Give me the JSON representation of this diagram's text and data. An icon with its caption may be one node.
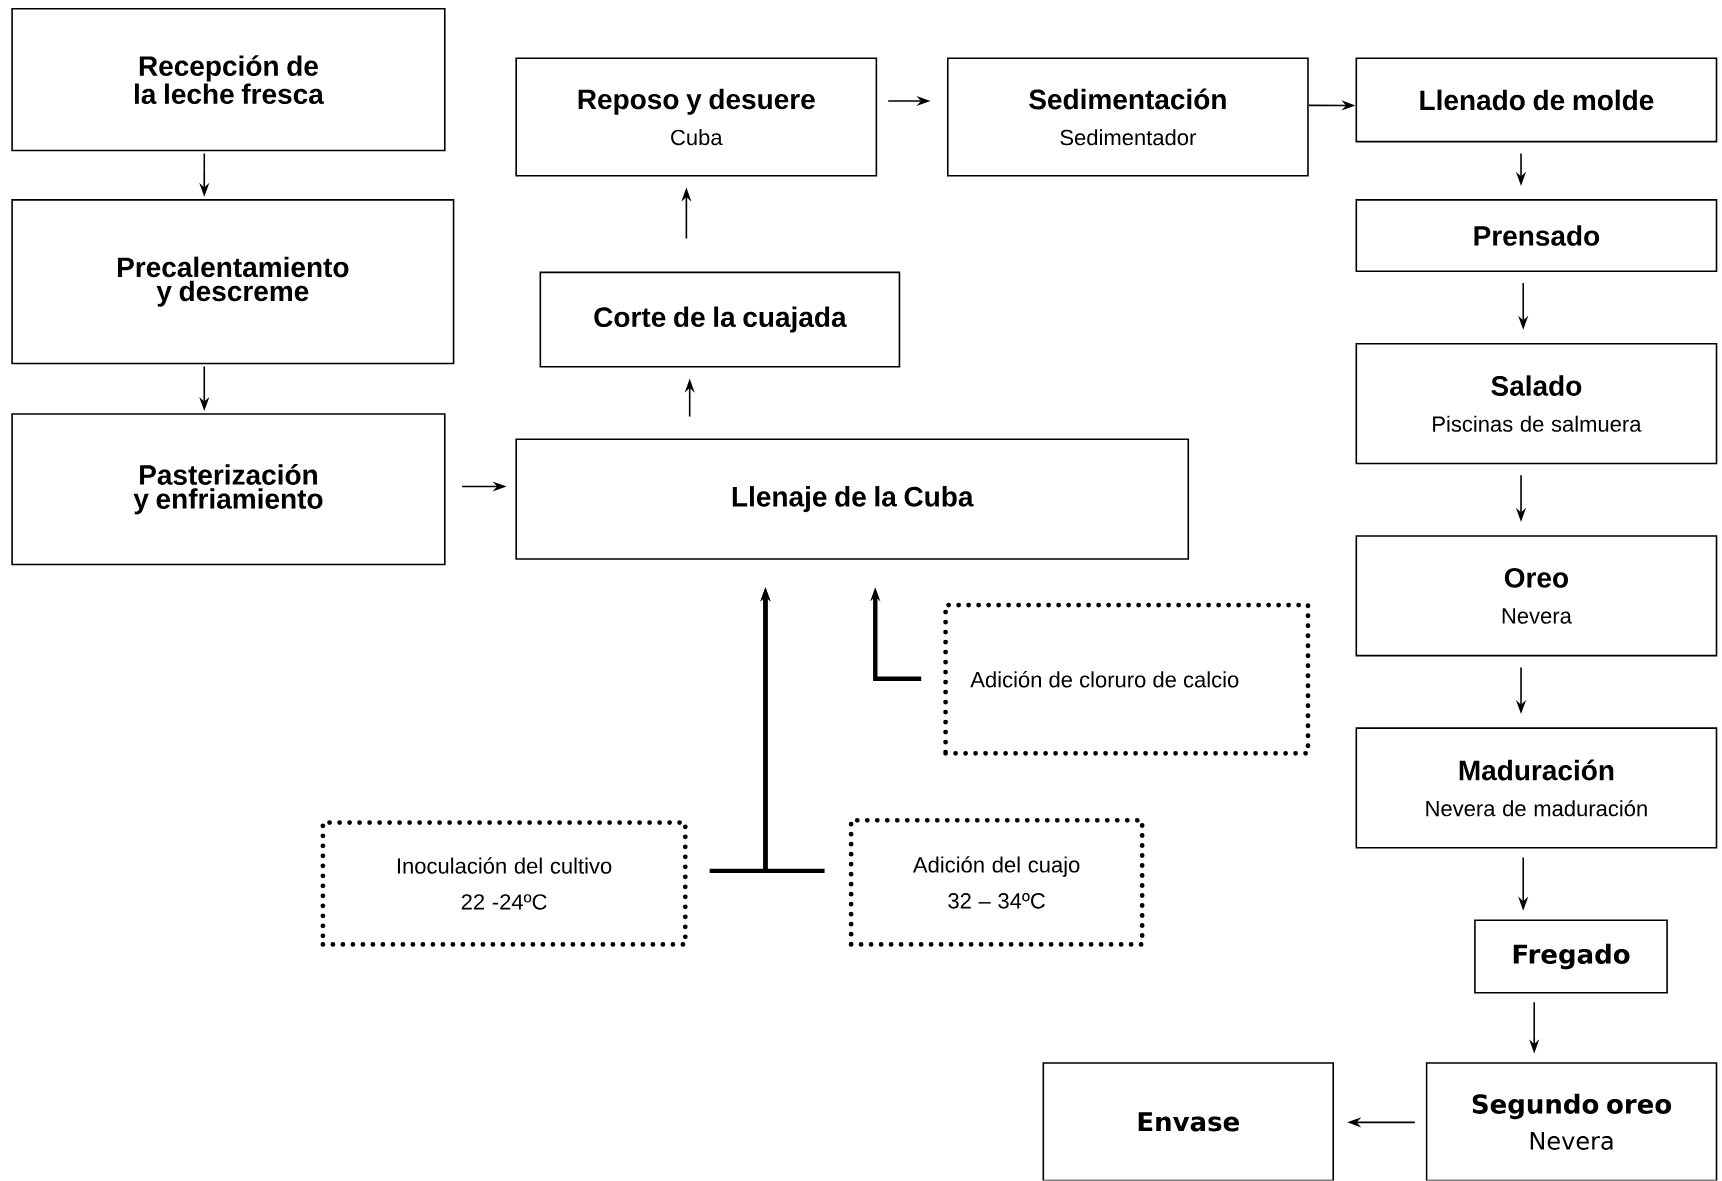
{
  "diagram": {
    "nodes": [
      {
        "text": [
          "Recepción de la leche fresca"
        ]
      },
      {
        "text": [
          "Precalentamiento y descreme"
        ]
      },
      {
        "text": [
          "Pasterización y enfriamiento"
        ]
      },
      {
        "text": [
          "Reposo y desuere",
          "Cuba"
        ]
      },
      {
        "text": [
          "Sedimentación",
          "Sedimentador"
        ]
      },
      {
        "text": [
          "Llenado de molde"
        ]
      },
      {
        "text": [
          "Corte de la cuajada"
        ]
      },
      {
        "text": [
          "Llenaje de la Cuba"
        ]
      },
      {
        "text": [
          "Adición de cloruro de calcio"
        ]
      },
      {
        "text": [
          "Inoculación del cultivo",
          "22 -24ºC"
        ]
      },
      {
        "text": [
          "Adición del cuajo",
          "32 – 34ºC"
        ]
      },
      {
        "text": [
          "Prensado"
        ]
      },
      {
        "text": [
          "Salado",
          "Piscinas de salmuera"
        ]
      },
      {
        "text": [
          "Oreo",
          "Nevera"
        ]
      },
      {
        "text": [
          "Maduración",
          "Nevera de maduración"
        ]
      },
      {
        "text": [
          "Fregado"
        ]
      },
      {
        "text": [
          "Segundo oreo",
          "Nevera"
        ]
      },
      {
        "text": [
          "Envase"
        ]
      }
    ],
    "edges": [
      {
        "from": 0,
        "to": 1,
        "arrow": "to"
      },
      {
        "from": 1,
        "to": 2,
        "arrow": "to"
      },
      {
        "from": 2,
        "to": 7,
        "arrow": "to"
      },
      {
        "from": 7,
        "to": 6,
        "arrow": "to"
      },
      {
        "from": 6,
        "to": 3,
        "arrow": "to"
      },
      {
        "from": 3,
        "to": 4,
        "arrow": "to"
      },
      {
        "from": 4,
        "to": 5,
        "arrow": "to"
      },
      {
        "from": 5,
        "to": 11,
        "arrow": "to"
      },
      {
        "from": 11,
        "to": 12,
        "arrow": "to"
      },
      {
        "from": 12,
        "to": 13,
        "arrow": "to"
      },
      {
        "from": 13,
        "to": 14,
        "arrow": "to"
      },
      {
        "from": 14,
        "to": 15,
        "arrow": "to"
      },
      {
        "from": 15,
        "to": 16,
        "arrow": "to"
      },
      {
        "from": 16,
        "to": 17,
        "arrow": "to"
      },
      {
        "from": 8,
        "to": 7,
        "arrow": "to",
        "style": "thick"
      },
      {
        "from": 9,
        "to": 7,
        "arrow": "to",
        "style": "thick"
      },
      {
        "from": 10,
        "to": 7,
        "arrow": "to",
        "style": "thick"
      }
    ]
  }
}
